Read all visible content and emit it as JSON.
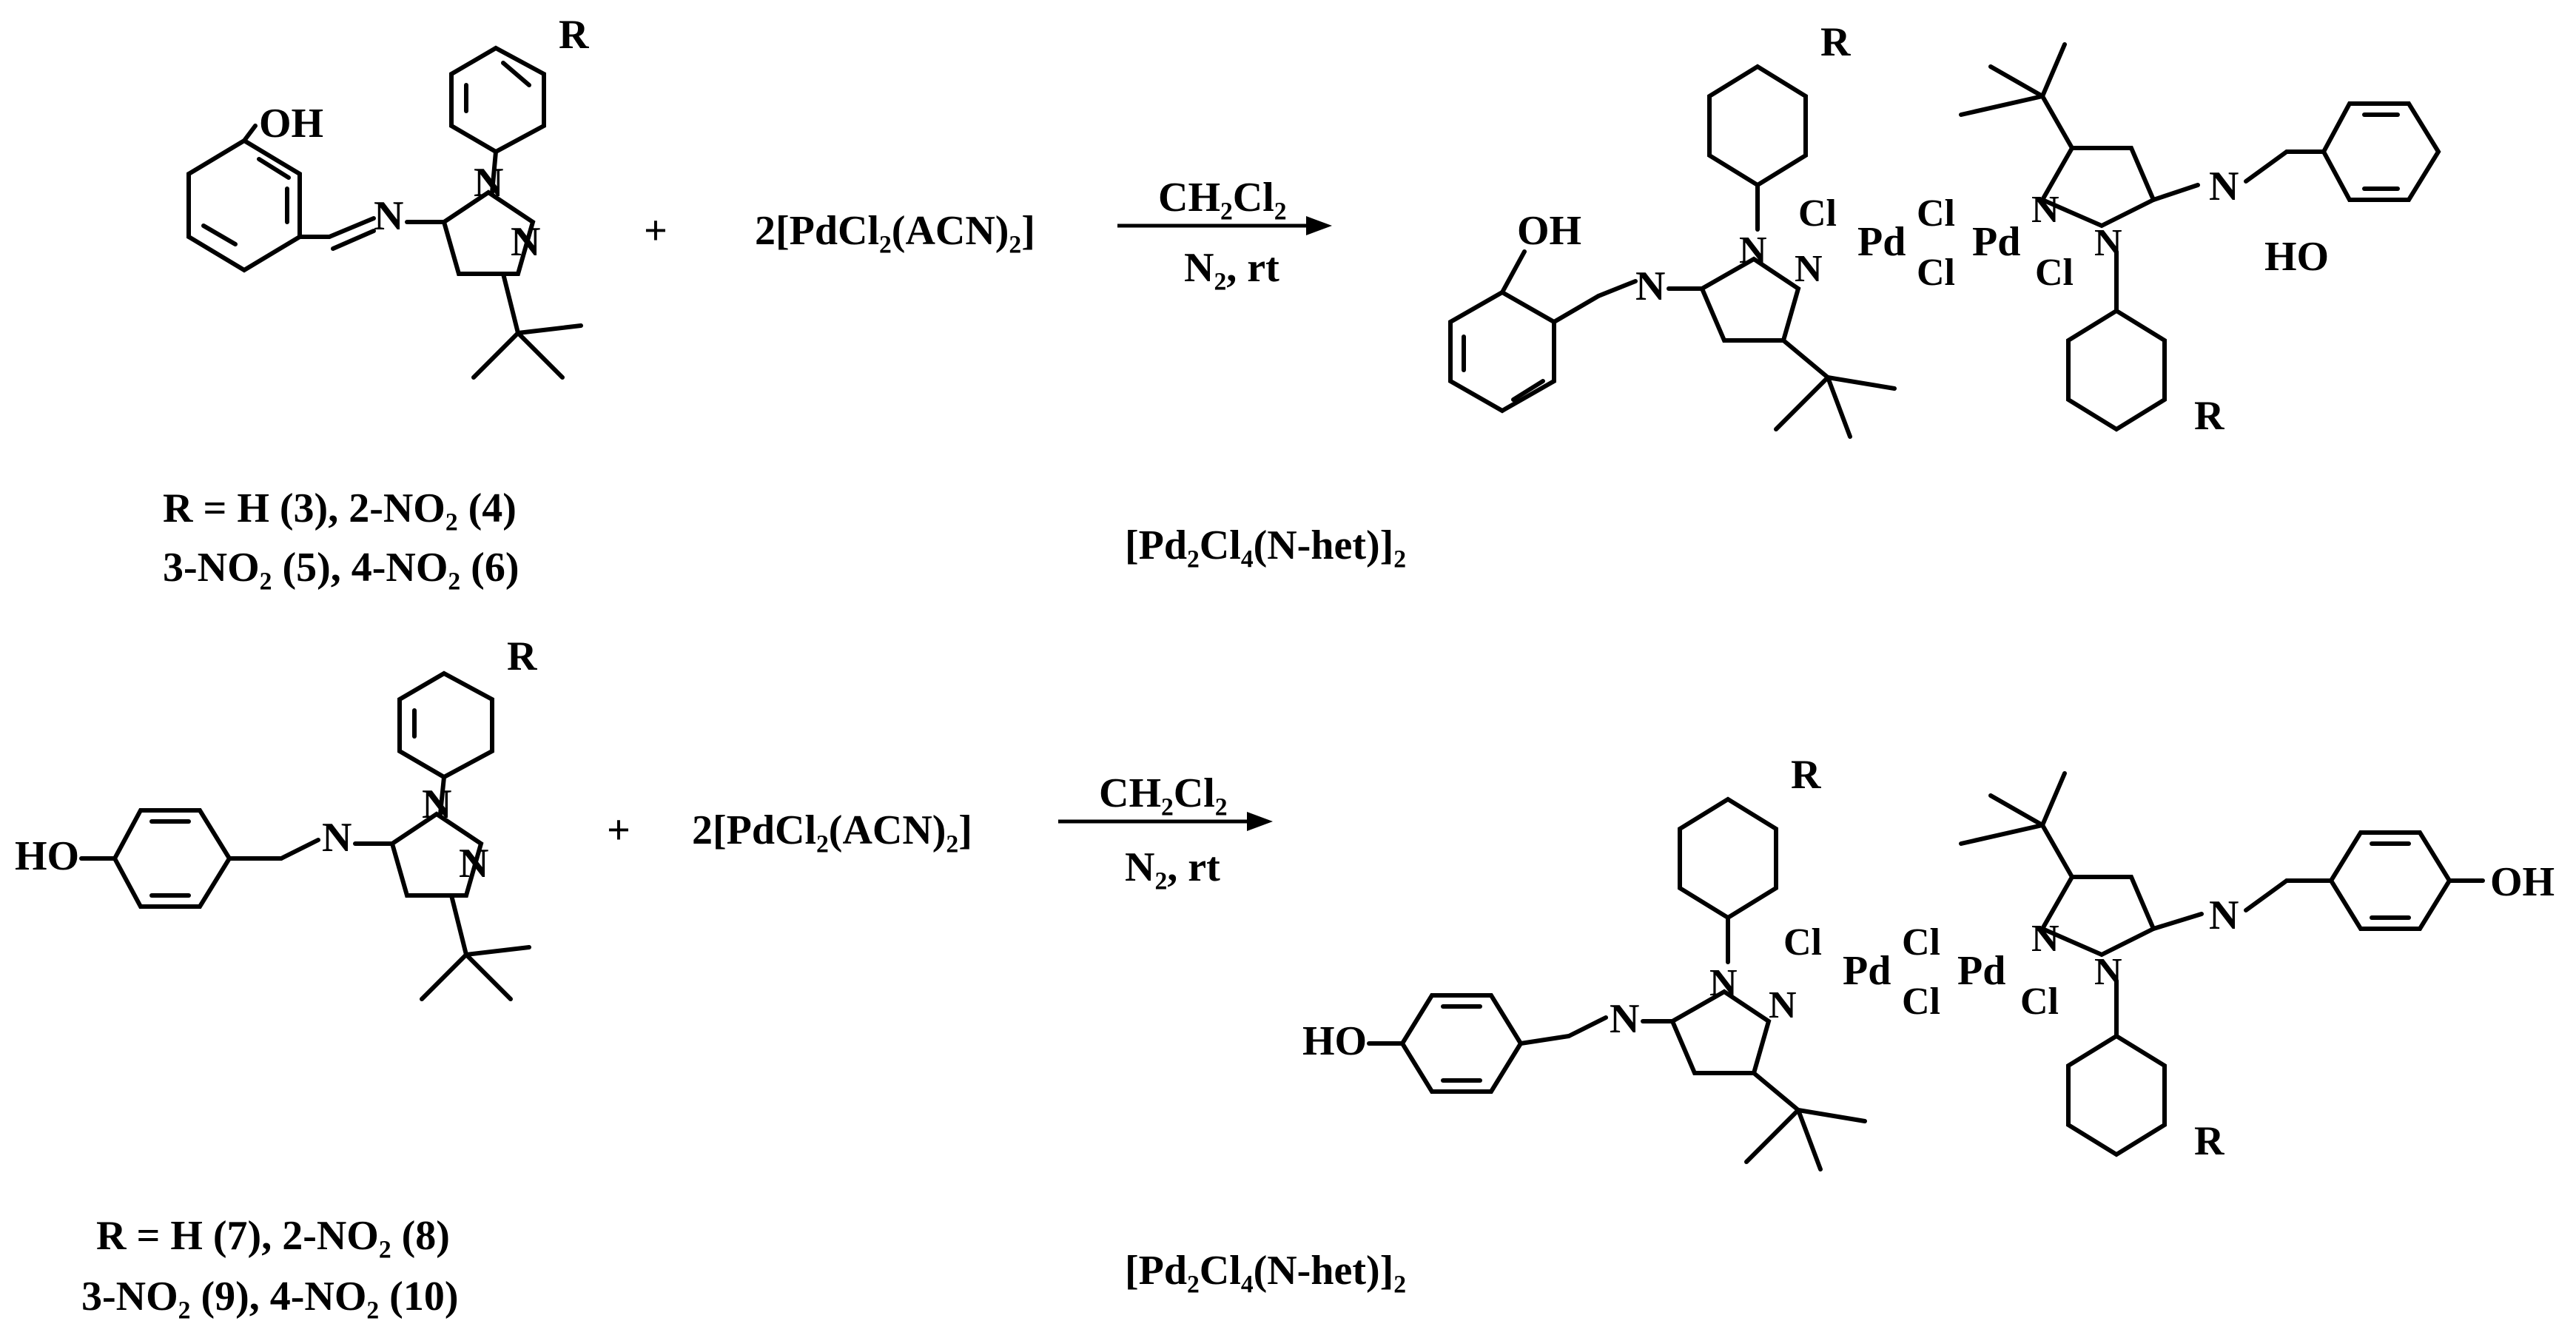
{
  "row1": {
    "ligand_oh": "OH",
    "ligand_r": "R",
    "ligand_caption_line1": "R = H (3), 2-NO₂ (4)",
    "ligand_caption_line2": "3-NO₂ (5), 4-NO₂ (6)",
    "plus": "+",
    "reagent": "2[PdCl₂(ACN)₂]",
    "condition_top": "CH₂Cl₂",
    "condition_bottom": "N₂, rt",
    "product_caption": "[Pd₂Cl₄(N-het)]₂"
  },
  "row2": {
    "ligand_oh": "HO",
    "ligand_r": "R",
    "ligand_caption_line1": "R = H (7), 2-NO₂ (8)",
    "ligand_caption_line2": "3-NO₂ (9), 4-NO₂ (10)",
    "plus": "+",
    "reagent": "2[PdCl₂(ACN)₂]",
    "condition_top": "CH₂Cl₂",
    "condition_bottom": "N₂, rt",
    "product_caption": "[Pd₂Cl₄(N-het)]₂"
  },
  "atoms": {
    "n": "N",
    "cl": "Cl",
    "pd": "Pd",
    "oh": "OH",
    "ho": "HO",
    "r": "R"
  }
}
